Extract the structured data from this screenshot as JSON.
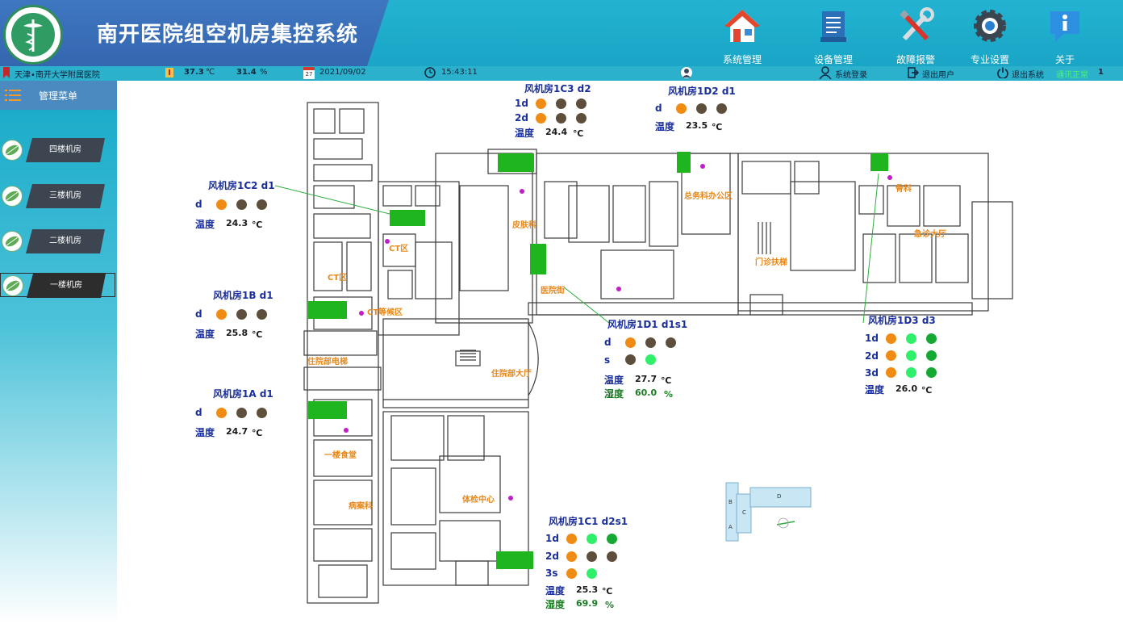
{
  "app": {
    "title": "南开医院组空机房集控系统",
    "org": "天津•南开大学附属医院"
  },
  "nav": [
    {
      "label": "系统管理",
      "icon": "home-icon"
    },
    {
      "label": "设备管理",
      "icon": "document-icon"
    },
    {
      "label": "故障报警",
      "icon": "tools-icon"
    },
    {
      "label": "专业设置",
      "icon": "gear-icon"
    },
    {
      "label": "关于",
      "icon": "info-icon"
    }
  ],
  "status": {
    "temperature": "37.3",
    "temperature_unit": "℃",
    "humidity": "31.4",
    "humidity_unit": "%",
    "calendar_day": "27",
    "date": "2021/09/02",
    "time": "15:43:11",
    "login": "系统登录",
    "logout_user": "退出用户",
    "exit_system": "退出系统",
    "comm_status": "通讯正常",
    "comm_count": "1"
  },
  "sidebar": {
    "header": "管理菜单",
    "items": [
      {
        "label": "四楼机房"
      },
      {
        "label": "三楼机房"
      },
      {
        "label": "二楼机房"
      },
      {
        "label": "一楼机房"
      }
    ]
  },
  "plan": {
    "rooms": [
      "皮肤科",
      "总务科办公区",
      "骨科",
      "急诊大厅",
      "CT区",
      "CT区",
      "CT等候区",
      "医院街",
      "门诊扶梯",
      "住院部电梯",
      "住院部大厅",
      "一楼食堂",
      "体检中心",
      "病案科"
    ],
    "minimap_labels": [
      "A",
      "B",
      "C",
      "D"
    ]
  },
  "units": {
    "c3": {
      "title": "风机房1C3  d2",
      "rows": [
        "1d",
        "2d"
      ],
      "temp_label": "温度",
      "temp": "24.4",
      "unit": "℃"
    },
    "d2": {
      "title": "风机房1D2  d1",
      "rows": [
        "d"
      ],
      "temp_label": "温度",
      "temp": "23.5",
      "unit": "℃"
    },
    "c2": {
      "title": "风机房1C2  d1",
      "rows": [
        "d"
      ],
      "temp_label": "温度",
      "temp": "24.3",
      "unit": "℃"
    },
    "b": {
      "title": "风机房1B  d1",
      "rows": [
        "d"
      ],
      "temp_label": "温度",
      "temp": "25.8",
      "unit": "℃"
    },
    "a": {
      "title": "风机房1A  d1",
      "rows": [
        "d"
      ],
      "temp_label": "温度",
      "temp": "24.7",
      "unit": "℃"
    },
    "d1": {
      "title": "风机房1D1  d1s1",
      "rows": [
        "d",
        "s"
      ],
      "temp_label": "温度",
      "temp": "27.7",
      "unit": "℃",
      "hum_label": "湿度",
      "hum": "60.0",
      "hunit": "%"
    },
    "d3": {
      "title": "风机房1D3  d3",
      "rows": [
        "1d",
        "2d",
        "3d"
      ],
      "temp_label": "温度",
      "temp": "26.0",
      "unit": "℃"
    },
    "c1": {
      "title": "风机房1C1  d2s1",
      "rows": [
        "1d",
        "2d",
        "3s"
      ],
      "temp_label": "温度",
      "temp": "25.3",
      "unit": "℃",
      "hum_label": "湿度",
      "hum": "69.9",
      "hunit": "%"
    }
  },
  "colors": {
    "header": "#1aa5c6",
    "title_plate": "#3566b0",
    "ahu_green": "#1fb51f",
    "label_orange": "#e8891c",
    "unit_blue": "#1a2f9c",
    "status_orange": "#f08c14",
    "status_brown": "#5e4f3c",
    "status_lightgreen": "#2ef06a",
    "status_darkgreen": "#15a833"
  }
}
